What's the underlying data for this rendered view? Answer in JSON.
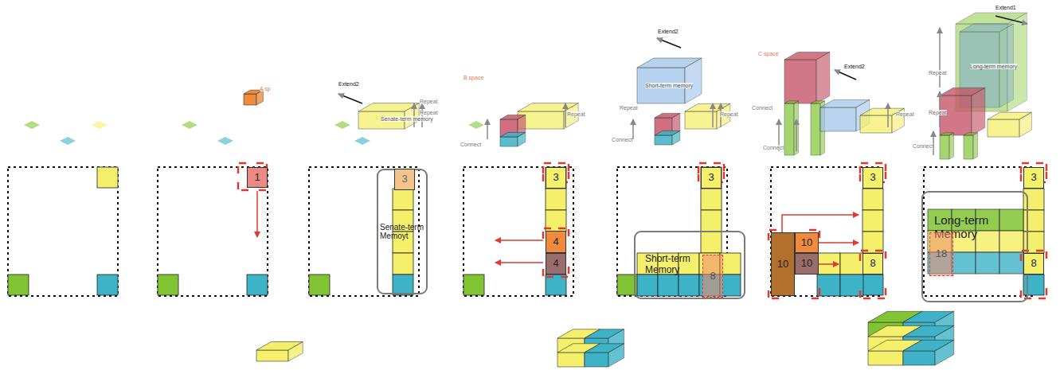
{
  "diagram": {
    "nodes": [
      {
        "text": [
          "1"
        ]
      },
      {
        "text": [
          "Senate-term Memoyt"
        ]
      },
      {
        "text": [
          "3"
        ],
        "in": 1
      },
      {
        "text": [
          "3"
        ]
      },
      {
        "text": [
          "4"
        ]
      },
      {
        "text": [
          "4"
        ]
      },
      {
        "text": [
          "3"
        ]
      },
      {
        "text": [
          "Short-term Memory"
        ]
      },
      {
        "text": [
          "8"
        ],
        "in": 7
      },
      {
        "text": [
          "3"
        ]
      },
      {
        "text": [
          "10"
        ]
      },
      {
        "text": [
          "10"
        ]
      },
      {
        "text": [
          "10"
        ]
      },
      {
        "text": [
          "8"
        ]
      },
      {
        "text": [
          "Long-term Memory"
        ]
      },
      {
        "text": [
          "18"
        ],
        "in": 14
      },
      {
        "text": [
          "3"
        ]
      },
      {
        "text": [
          "8"
        ]
      }
    ],
    "edges": [],
    "labels": [
      "A sp",
      "Extend2",
      "Repeat",
      "Repeat",
      "B space",
      "Connect",
      "Repeat",
      "Extend2",
      "Repeat",
      "Connect",
      "Repeat",
      "C space",
      "Extend2",
      "Connect",
      "Connect",
      "Repeat",
      "Extend1",
      "Repeat",
      "Repeat",
      "Connect",
      "Senate-term memory",
      "Short-term memory",
      "Long-term memory"
    ]
  }
}
